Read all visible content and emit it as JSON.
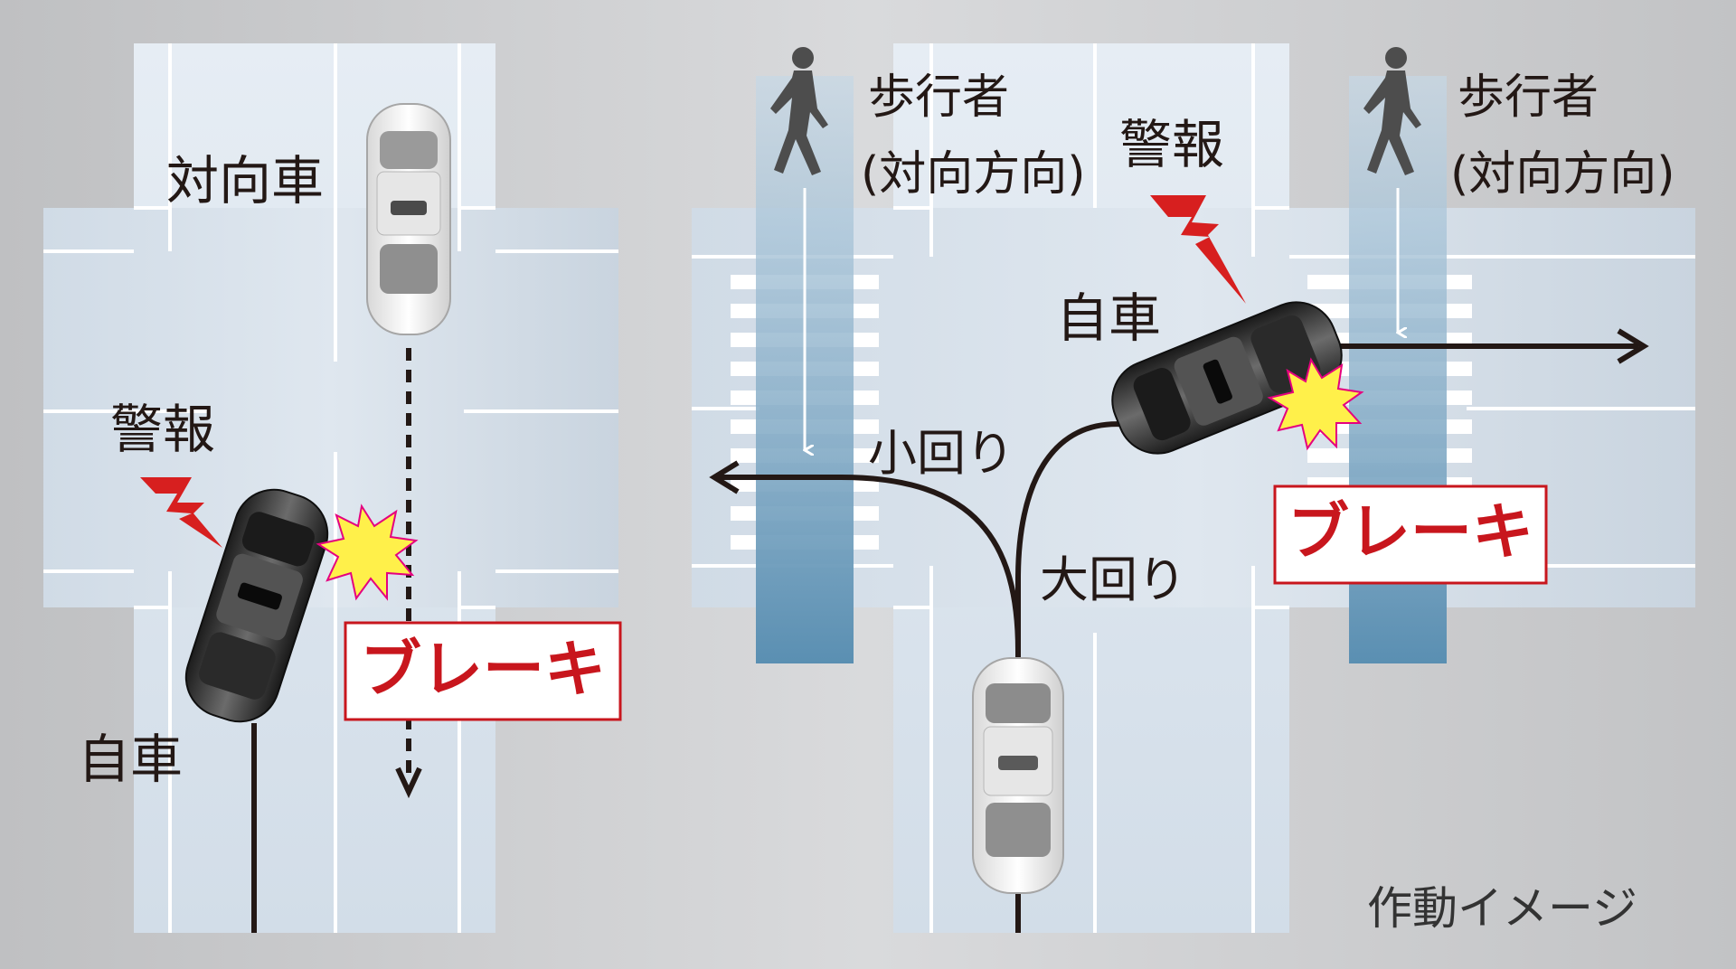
{
  "left_scene": {
    "oncoming_label": "対向車",
    "warning_label": "警報",
    "brake_label": "ブレーキ",
    "own_car_label": "自車"
  },
  "right_scene": {
    "pedestrian1_line1": "歩行者",
    "pedestrian1_line2": "(対向方向)",
    "pedestrian2_line1": "歩行者",
    "pedestrian2_line2": "(対向方向)",
    "warning_label": "警報",
    "own_car_label": "自車",
    "brake_label": "ブレーキ",
    "small_turn_label": "小回り",
    "wide_turn_label": "大回り"
  },
  "caption": "作動イメージ",
  "colors": {
    "road": "#dbe5ef",
    "background": "#cfd0d2",
    "crosswalk": "#5b91b4",
    "warning_red": "#d71f1f",
    "impact_yellow": "#fff04a",
    "brake_red": "#c8161d"
  },
  "icons": [
    "walking-pedestrian-icon",
    "lightning-warning-icon",
    "impact-burst-icon",
    "car-icon"
  ]
}
